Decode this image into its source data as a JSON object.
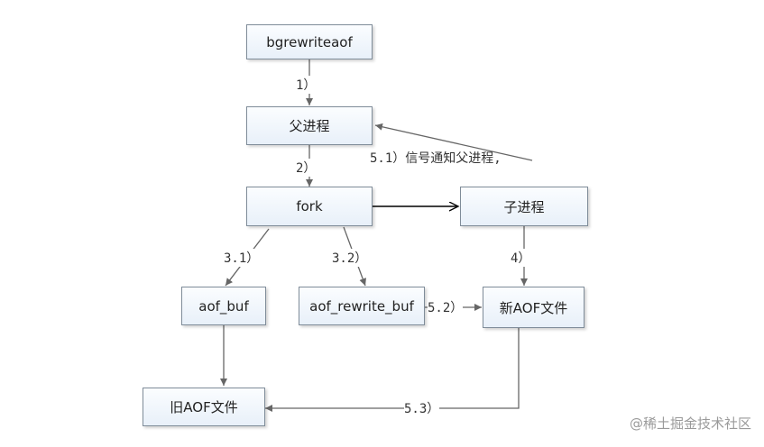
{
  "nodes": {
    "bgrewriteaof": "bgrewriteaof",
    "parent": "父进程",
    "fork": "fork",
    "child": "子进程",
    "aof_buf": "aof_buf",
    "aof_rewrite_buf": "aof_rewrite_buf",
    "new_aof": "新AOF文件",
    "old_aof": "旧AOF文件"
  },
  "edges": {
    "step1": "1）",
    "step2": "2）",
    "step3_1": "3.1）",
    "step3_2": "3.2）",
    "step4": "4）",
    "step5_1": "5.1）信号通知父进程,",
    "step5_2": "5.2）",
    "step5_3": "5.3）"
  },
  "watermark": "@稀土掘金技术社区",
  "colors": {
    "node_border": "#7f8c99",
    "arrow": "#666666",
    "fork_arrow": "#000000"
  }
}
